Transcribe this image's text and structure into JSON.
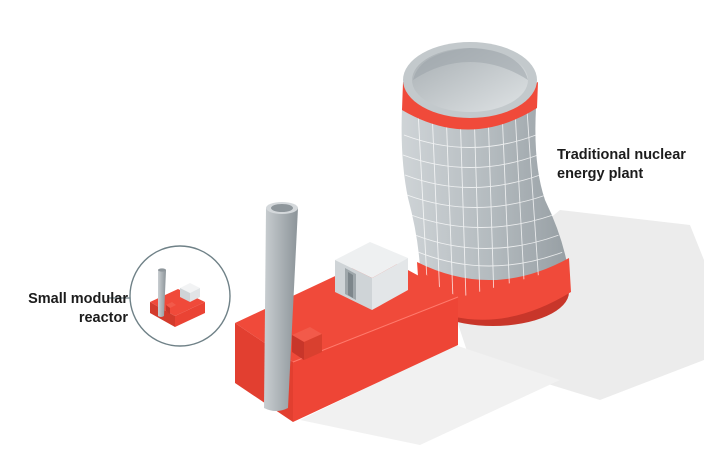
{
  "labels": {
    "traditional_line1": "Traditional nuclear",
    "traditional_line2": "energy plant",
    "smr_line1": "Small modular",
    "smr_line2": "reactor"
  },
  "colors": {
    "accent_red": "#f04a3a",
    "red_dark": "#c8362a",
    "tower_gray": "#b9bfc3",
    "tower_light": "#d8dcdf",
    "tower_dark": "#8e969b",
    "shadow": "#ebebeb",
    "circle_stroke": "#6f8187"
  }
}
